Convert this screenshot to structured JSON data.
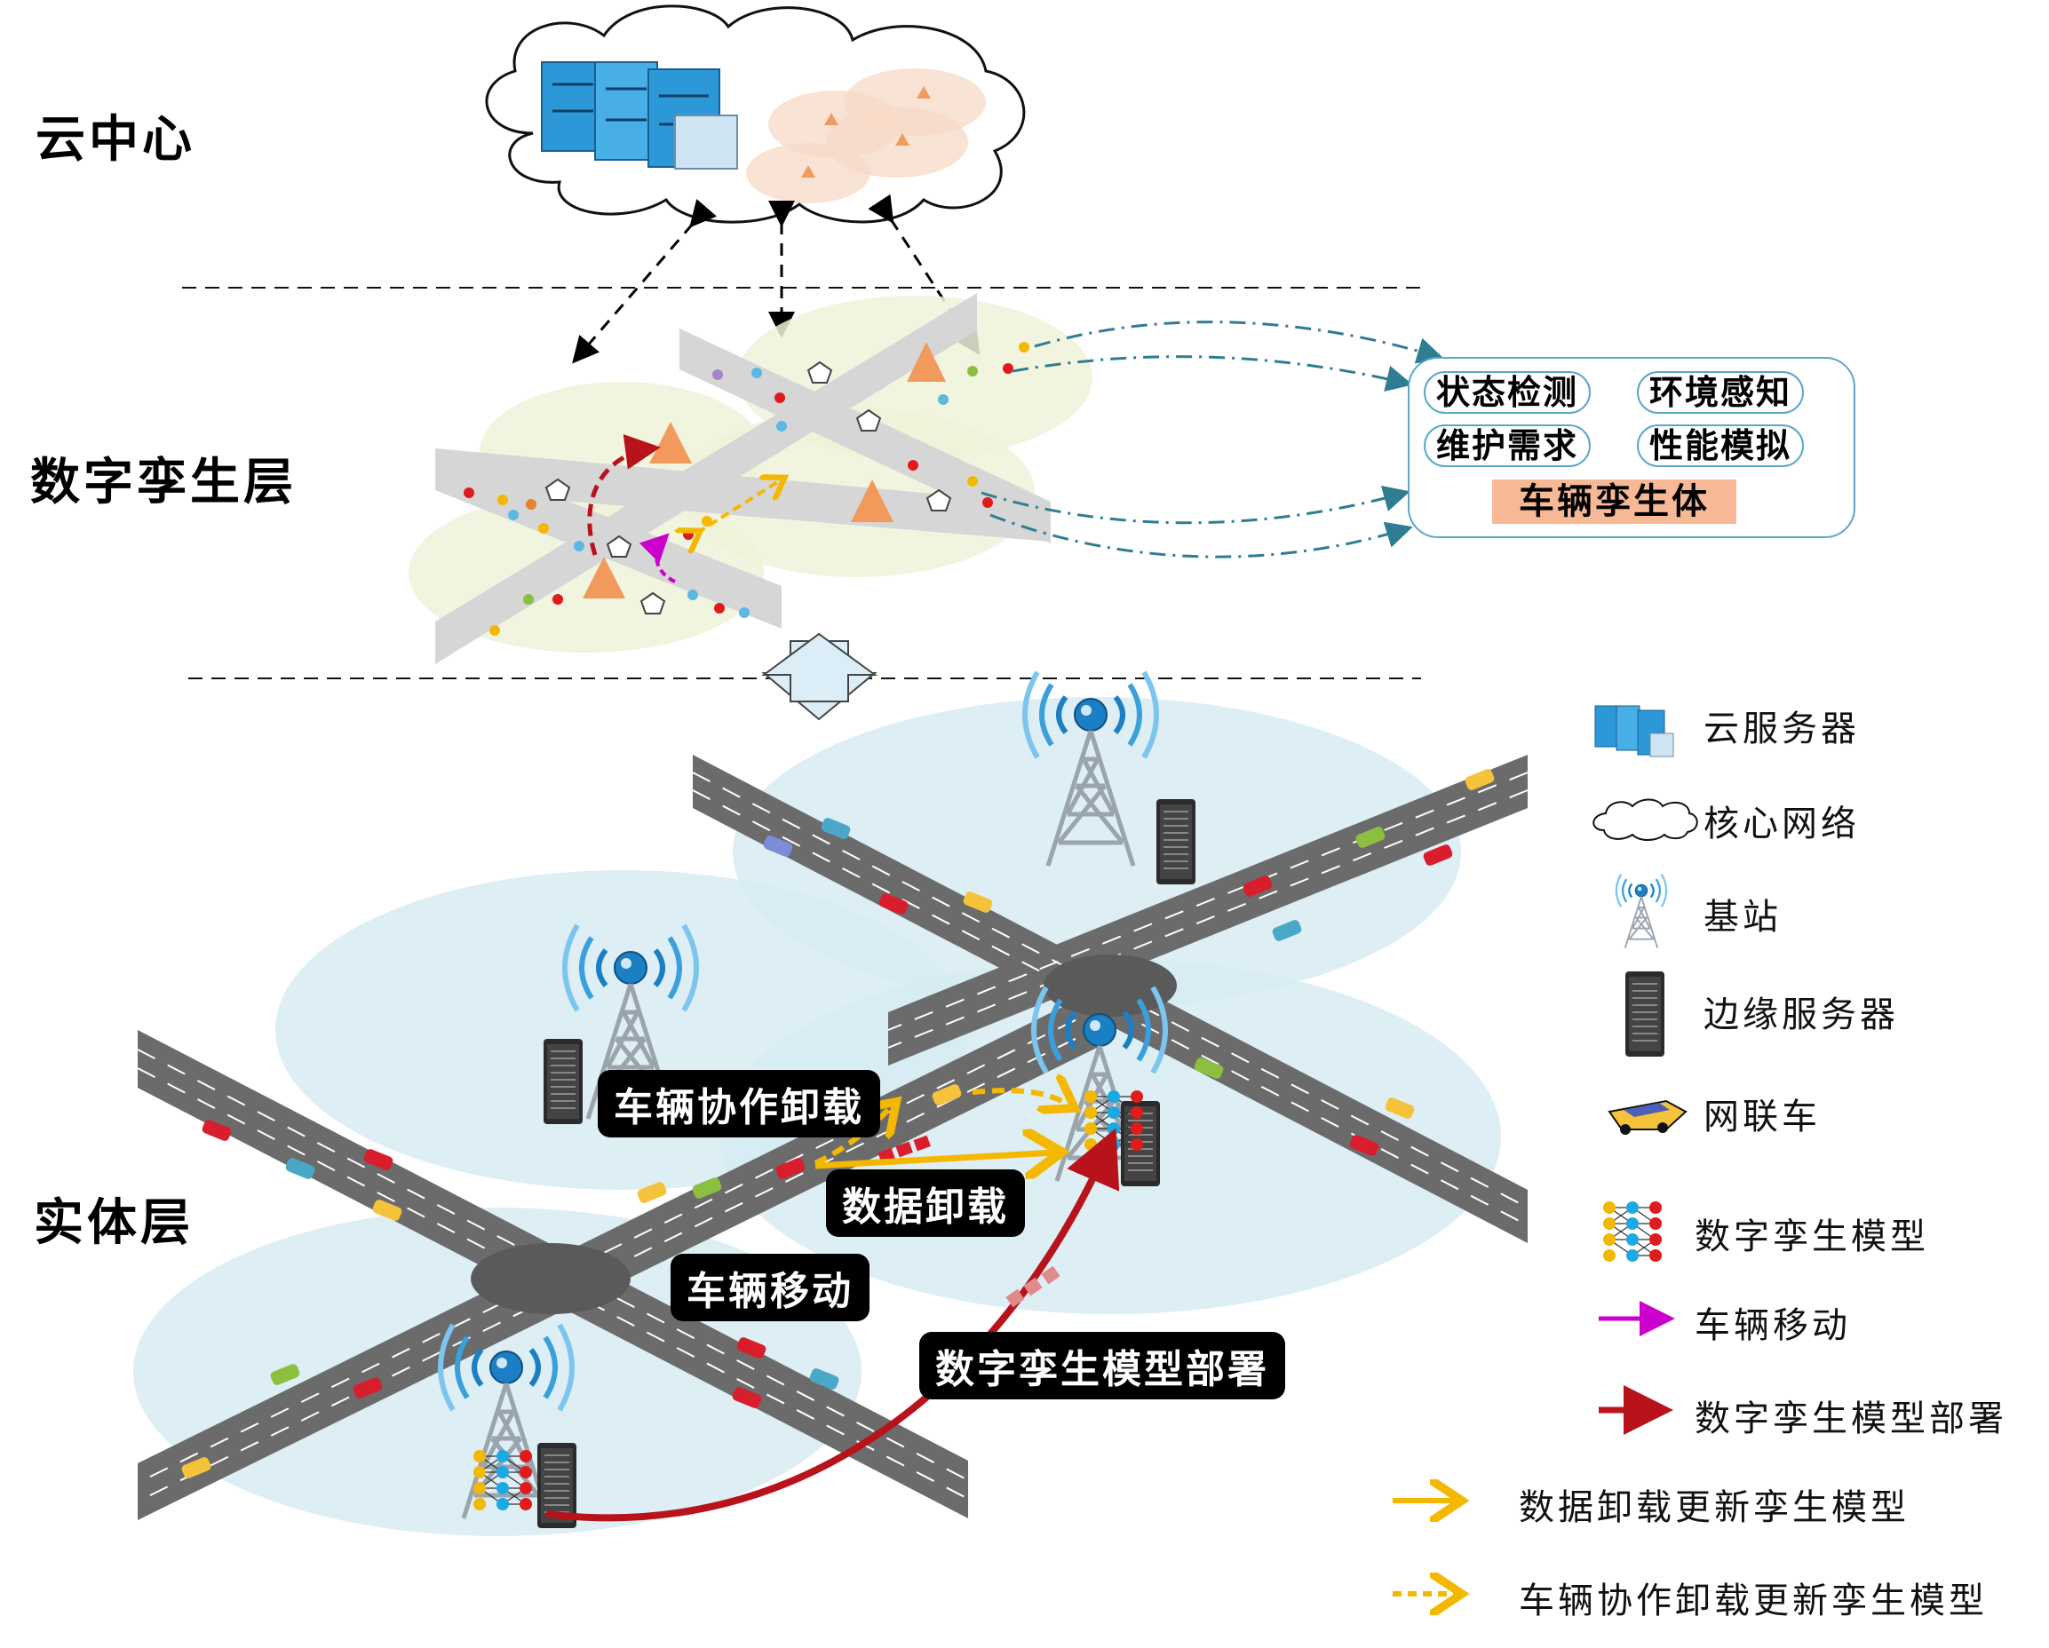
{
  "layers": {
    "cloud": "云中心",
    "twin": "数字孪生层",
    "physical": "实体层"
  },
  "functions": {
    "items": [
      "状态检测",
      "环境感知",
      "维护需求",
      "性能模拟"
    ],
    "twin_body": "车辆孪生体"
  },
  "tags": {
    "coop_offload": "车辆协作卸载",
    "data_offload": "数据卸载",
    "vehicle_move": "车辆移动",
    "model_deploy": "数字孪生模型部署"
  },
  "legend": {
    "cloud_server": "云服务器",
    "core_network": "核心网络",
    "base_station": "基站",
    "edge_server": "边缘服务器",
    "connected_vehicle": "网联车",
    "twin_model": "数字孪生模型",
    "vehicle_move": "车辆移动",
    "model_deploy": "数字孪生模型部署",
    "data_offload_update": "数据卸载更新孪生模型",
    "coop_offload_update": "车辆协作卸载更新孪生模型"
  },
  "colors": {
    "red_arrow": "#b8121a",
    "orange_arrow": "#f5b800",
    "purple_arrow": "#cc00cc",
    "teal_arrow": "#2e7d92",
    "road": "#6b6b6b",
    "coverage": "#d7ebf2",
    "twin_triangle": "#f29a5c",
    "twin_body_fill": "#f7b995"
  }
}
